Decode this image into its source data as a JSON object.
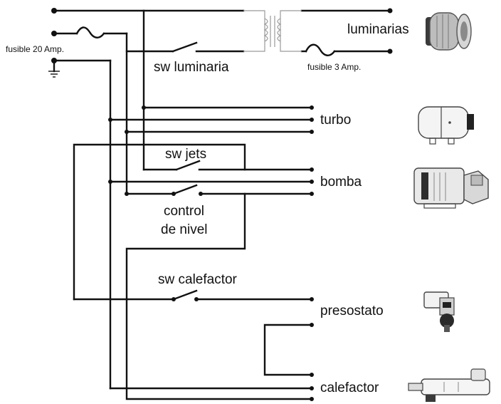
{
  "labels": {
    "fuse_main": "fusible 20 Amp.",
    "fuse_lights": "fusible 3 Amp.",
    "sw_lights": "sw luminaria",
    "lights": "luminarias",
    "turbo": "turbo",
    "sw_jets": "sw jets",
    "pump": "bomba",
    "level_control_1": "control",
    "level_control_2": "de nivel",
    "sw_heater": "sw calefactor",
    "pressure_switch": "presostato",
    "heater": "calefactor"
  },
  "icons": {
    "lights": "pool-light-icon",
    "turbo": "blower-motor-icon",
    "pump": "pump-motor-icon",
    "pressure_switch": "pressure-switch-icon",
    "heater": "heater-tube-icon",
    "transformer": "transformer-icon",
    "ground": "ground-icon"
  },
  "colors": {
    "wire": "#111111",
    "line_art": "#9a9a9a",
    "background": "#ffffff"
  }
}
